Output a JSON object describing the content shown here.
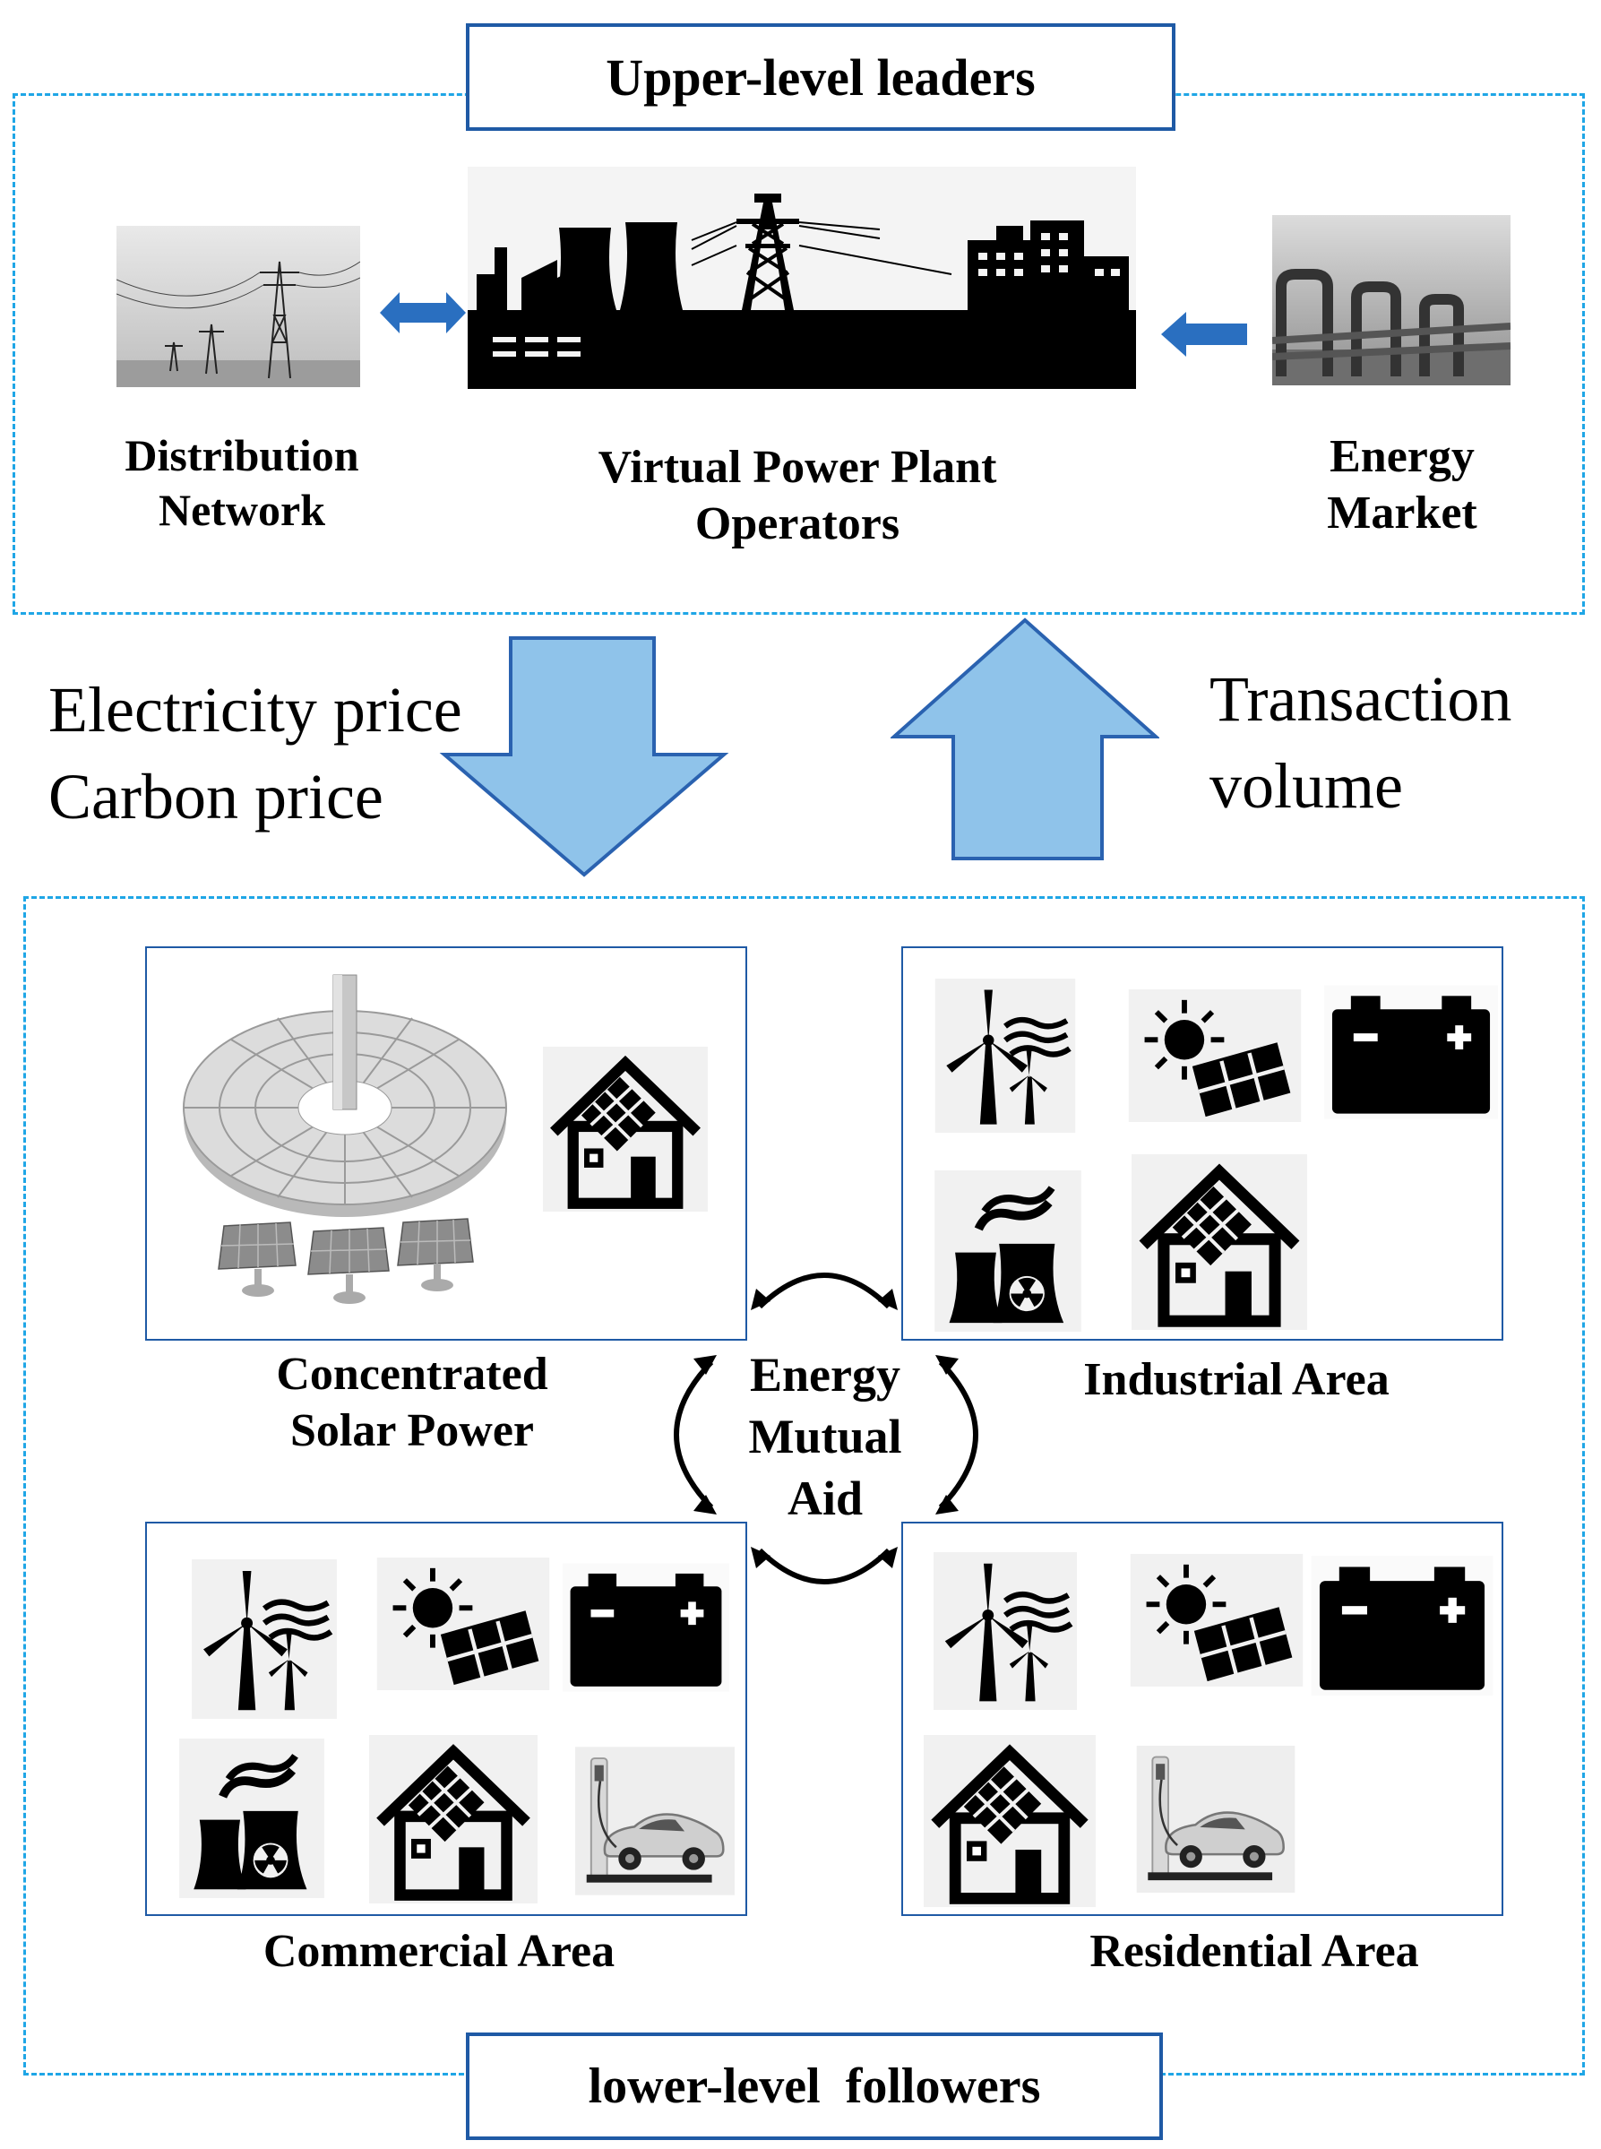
{
  "upper": {
    "title": "Upper-level leaders",
    "distribution_label": [
      "Distribution",
      "Network"
    ],
    "vpp_label": [
      "Virtual Power Plant",
      "Operators"
    ],
    "market_label": [
      "Energy",
      "Market"
    ]
  },
  "flows": {
    "down_label": [
      "Electricity price",
      "Carbon price"
    ],
    "up_label": [
      "Transaction",
      "volume"
    ]
  },
  "lower": {
    "title": "lower-level  followers",
    "center_label": [
      "Energy",
      "Mutual",
      "Aid"
    ],
    "areas": {
      "csp": [
        "Concentrated",
        "Solar Power"
      ],
      "industrial": "Industrial Area",
      "commercial": "Commercial Area",
      "residential": "Residential Area"
    }
  },
  "colors": {
    "dash": "#1fa6e6",
    "box_border": "#1f5aa5",
    "flow_arrow_fill": "#8fc3ea",
    "flow_arrow_stroke": "#2a62b0",
    "small_arrow": "#2a6fc0"
  },
  "icons": [
    "transmission-tower-photo",
    "power-plant-city-silhouette",
    "pipeline-photo",
    "csp-tower-icon",
    "solar-house-icon",
    "wind-turbine-icon",
    "solar-panel-icon",
    "battery-icon",
    "nuclear-plant-icon",
    "ev-charging-icon"
  ]
}
